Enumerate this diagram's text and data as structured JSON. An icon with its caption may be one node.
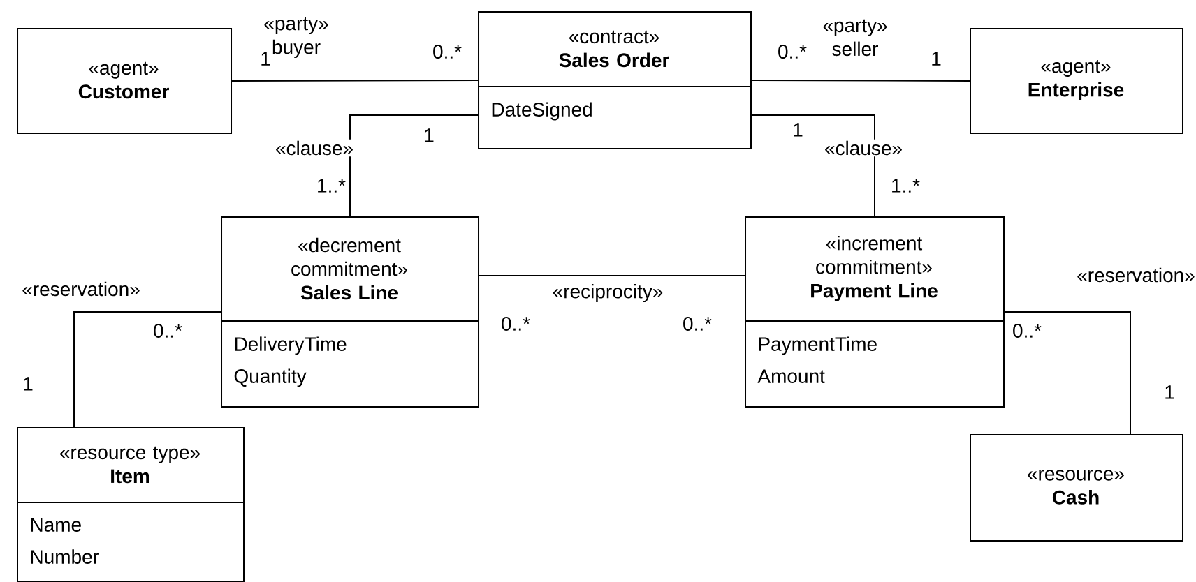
{
  "diagram": {
    "nodes": [
      {
        "text": [
          "«agent»",
          "Customer"
        ]
      },
      {
        "text": [
          "«contract»",
          "Sales Order",
          "DateSigned"
        ]
      },
      {
        "text": [
          "«agent»",
          "Enterprise"
        ]
      },
      {
        "text": [
          "«decrement commitment»",
          "Sales Line",
          "DeliveryTime",
          "Quantity"
        ]
      },
      {
        "text": [
          "«increment commitment»",
          "Payment Line",
          "PaymentTime",
          "Amount"
        ]
      },
      {
        "text": [
          "«resource type»",
          "Item",
          "Name",
          "Number"
        ]
      },
      {
        "text": [
          "«resource»",
          "Cash"
        ]
      }
    ],
    "edges": [
      {
        "from": 0,
        "to": 1,
        "arrow": "none",
        "label": "«party» buyer"
      },
      {
        "from": 1,
        "to": 2,
        "arrow": "none",
        "label": "«party» seller"
      },
      {
        "from": 1,
        "to": 3,
        "arrow": "none",
        "label": "«clause»"
      },
      {
        "from": 1,
        "to": 4,
        "arrow": "none",
        "label": "«clause»"
      },
      {
        "from": 3,
        "to": 4,
        "arrow": "none",
        "label": "«reciprocity»"
      },
      {
        "from": 3,
        "to": 5,
        "arrow": "none",
        "label": "«reservation»"
      },
      {
        "from": 4,
        "to": 6,
        "arrow": "none",
        "label": "«reservation»"
      }
    ],
    "labels": [
      "1",
      "0..*",
      "0..*",
      "1",
      "1",
      "1",
      "1..*",
      "1..*",
      "0..*",
      "0..*",
      "0..*",
      "0..*",
      "1",
      "1"
    ]
  }
}
